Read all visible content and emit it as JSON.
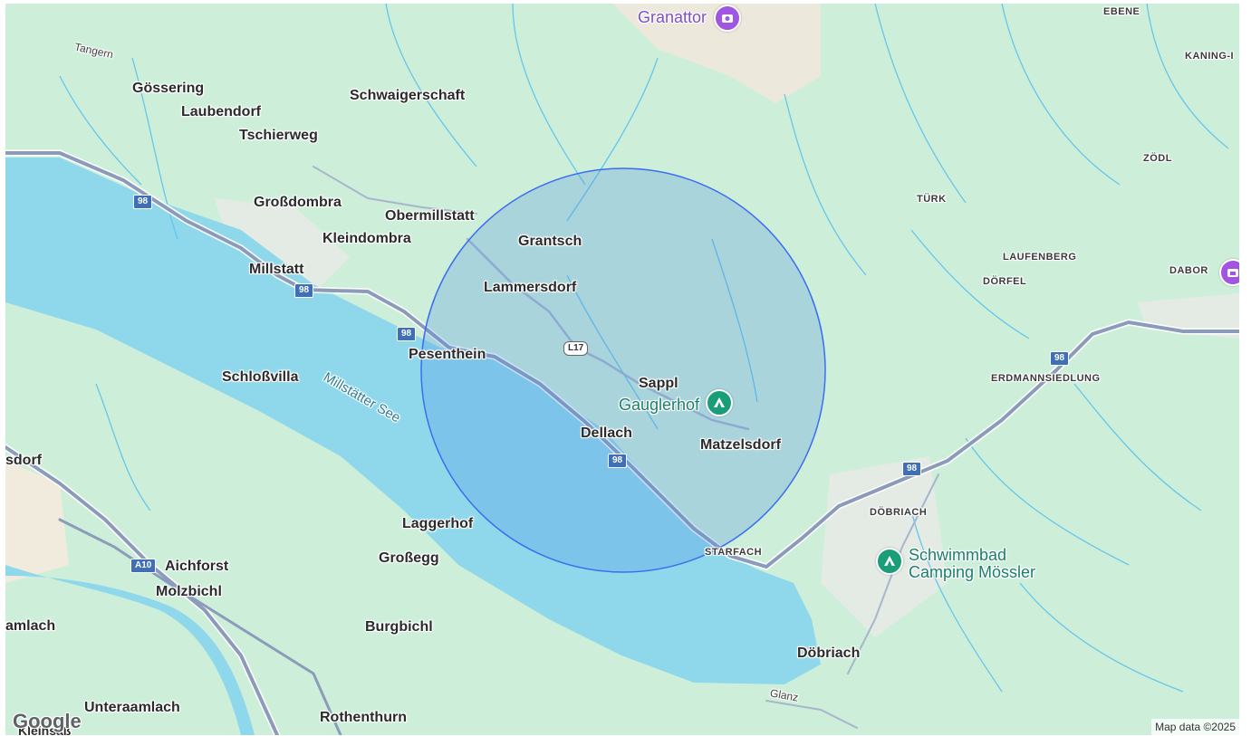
{
  "map": {
    "places": {
      "granattor": "Granattor",
      "ebene": "EBENE",
      "kaning": "KANING-I",
      "tangern": "Tangern",
      "goessering": "Gössering",
      "laubendorf": "Laubendorf",
      "tschierweg": "Tschierweg",
      "schwaigerschaft": "Schwaigerschaft",
      "zoedl": "ZÖDL",
      "tuerk": "TÜRK",
      "grossdombra": "Großdombra",
      "obermillstatt": "Obermillstatt",
      "grantsch": "Grantsch",
      "kleindombra": "Kleindombra",
      "laufenberg": "LAUFENBERG",
      "doerfel": "DÖRFEL",
      "dabor": "DABOR",
      "millstatt": "Millstatt",
      "lammersdorf": "Lammersdorf",
      "pesenthein": "Pesenthein",
      "erdmannsiedlung": "ERDMANNSIEDLUNG",
      "schlossvilla": "Schloßvilla",
      "sappl": "Sappl",
      "gauglerhof": "Gauglerhof",
      "dellach": "Dellach",
      "matzelsdorf": "Matzelsdorf",
      "sdorf": "sdorf",
      "doebriach_small": "DÖBRIACH",
      "laggerhof": "Laggerhof",
      "starfach": "STARFACH",
      "schwimmbad_line1": "Schwimmbad",
      "schwimmbad_line2": "Camping Mössler",
      "grossegg": "Großegg",
      "aichforst": "Aichforst",
      "molzbichl": "Molzbichl",
      "amlach": "amlach",
      "burgbichl": "Burgbichl",
      "doebriach": "Döbriach",
      "glanz": "Glanz",
      "unteraamlach": "Unteraamlach",
      "rothenthurn": "Rothenthurn",
      "kleinsass": "Kleinsaß"
    },
    "lake": "Millstätter See",
    "roads": {
      "r98": "98",
      "l17": "L17",
      "a10": "A10"
    },
    "logo": "Google",
    "attribution": "Map data ©2025",
    "colors": {
      "land": "#cdefd9",
      "water": "#8fd8ec",
      "circle_fill": "#4a90e2",
      "circle_stroke": "#3b6df0",
      "road": "#8b9bb9"
    },
    "icons": {
      "camping": "camping-icon",
      "museum": "museum-icon"
    }
  }
}
